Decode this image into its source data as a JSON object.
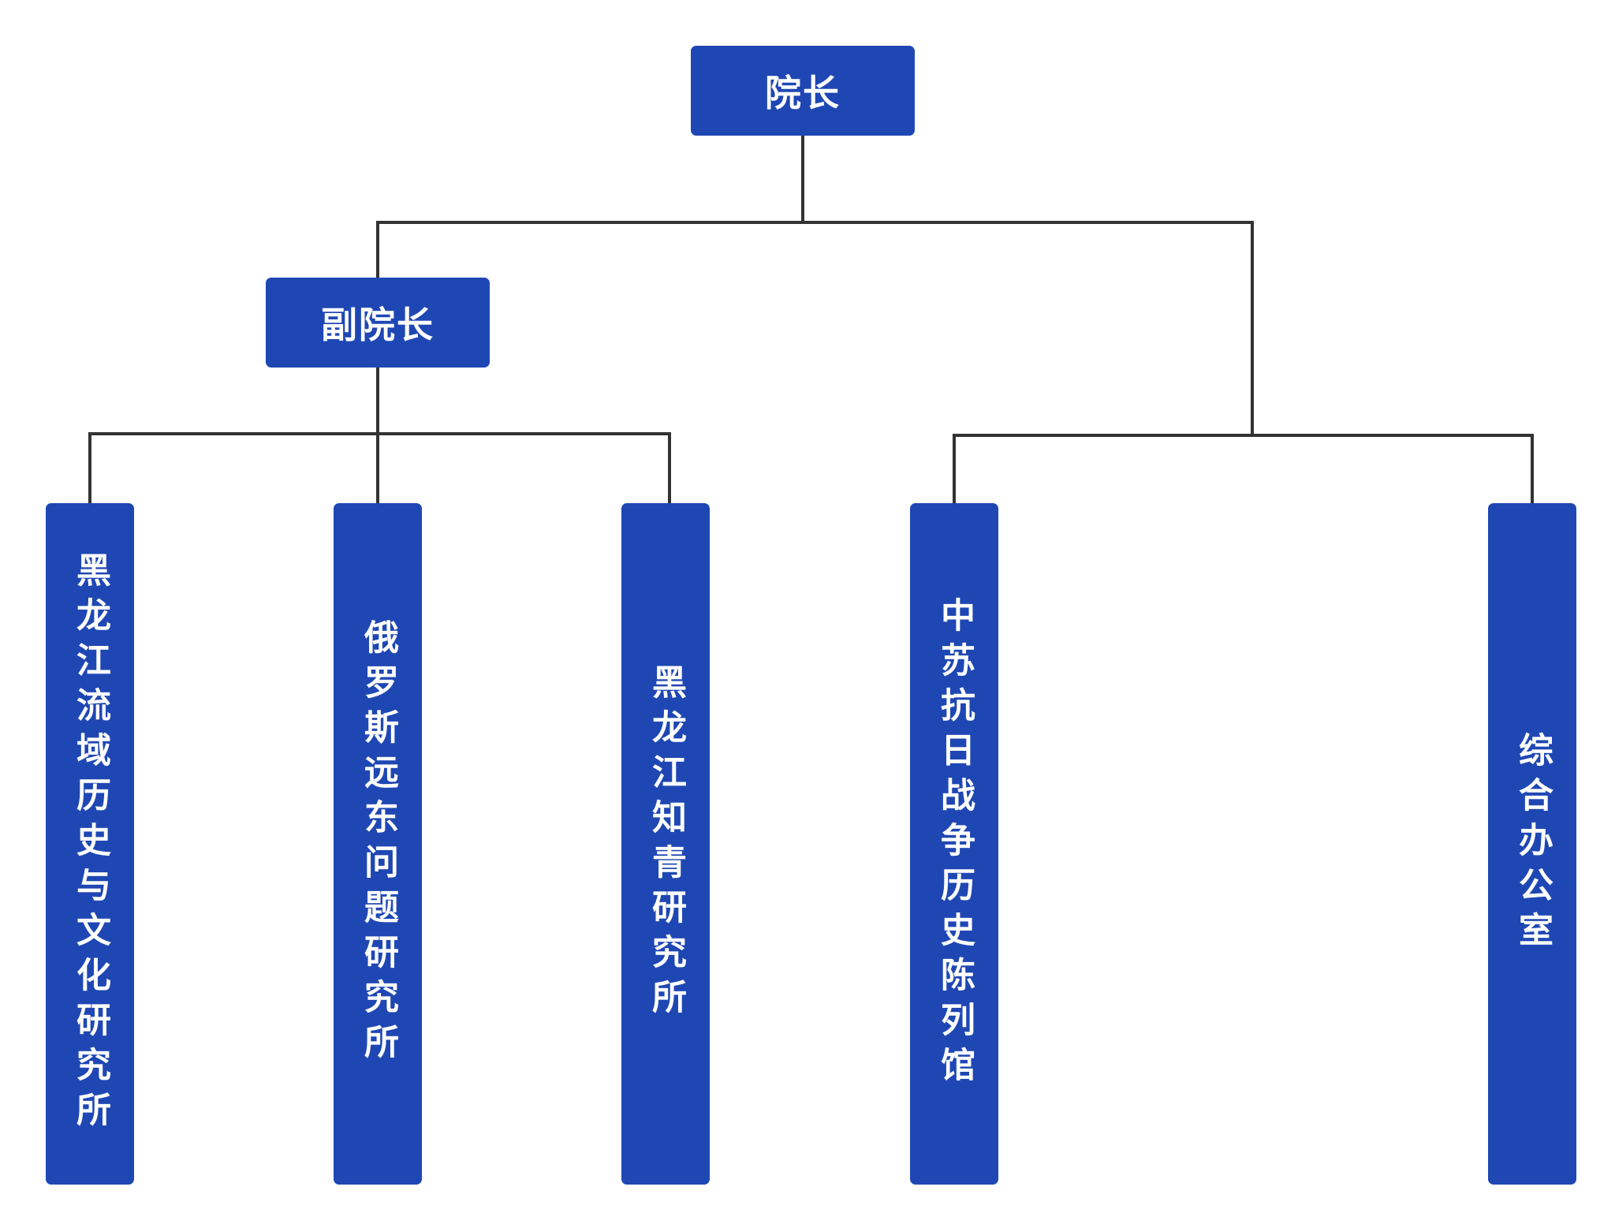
{
  "colors": {
    "node_fill": "#1f47b4",
    "node_text": "#ffffff",
    "connector": "#333333"
  },
  "org_chart": {
    "president": "院长",
    "vice_president": "副院长",
    "departments": [
      "黑龙江流域历史与文化研究所",
      "俄罗斯远东问题研究所",
      "黑龙江知青研究所",
      "中苏抗日战争历史陈列馆",
      "综合办公室"
    ]
  }
}
